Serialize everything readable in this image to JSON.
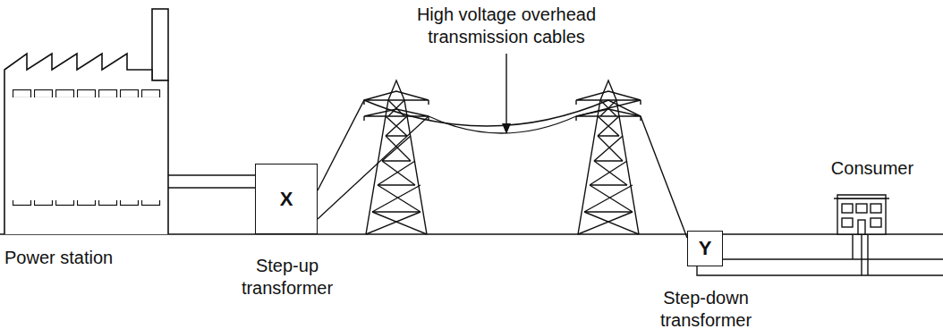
{
  "diagram": {
    "nodes": [
      {
        "text": [
          "X",
          "Step-up transformer"
        ]
      },
      {
        "text": [
          "Y",
          "Step-down transformer"
        ]
      }
    ],
    "edges": [
      {
        "from": 0,
        "to": 1,
        "arrow": "none"
      }
    ],
    "labels": [
      "High voltage overhead transmission cables",
      "Power station",
      "Consumer"
    ]
  }
}
